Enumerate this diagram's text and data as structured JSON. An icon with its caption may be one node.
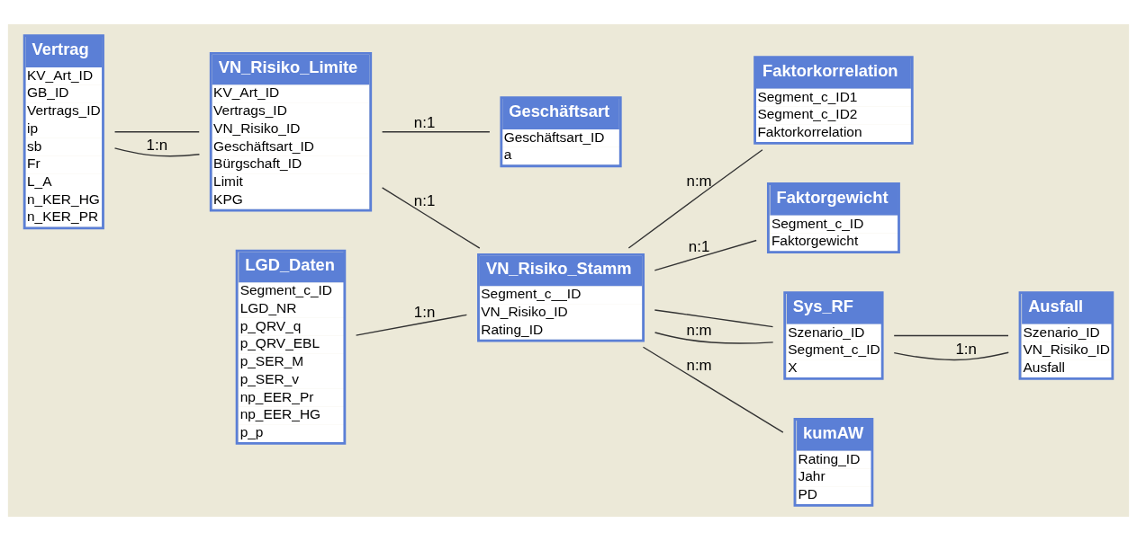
{
  "diagram": {
    "nodes": [
      {
        "text": [
          "Vertrag",
          "KV_Art_ID",
          "GB_ID",
          "Vertrags_ID",
          "ip",
          "sb",
          "Fr",
          "L_A",
          "n_KER_HG",
          "n_KER_PR"
        ]
      },
      {
        "text": [
          "VN_Risiko_Limite",
          "KV_Art_ID",
          "Vertrags_ID",
          "VN_Risiko_ID",
          "Geschäftsart_ID",
          "Bürgschaft_ID",
          "Limit",
          "KPG"
        ]
      },
      {
        "text": [
          "LGD_Daten",
          "Segment_c_ID",
          "LGD_NR",
          "p_QRV_q",
          "p_QRV_EBL",
          "p_SER_M",
          "p_SER_v",
          "np_EER_Pr",
          "np_EER_HG",
          "p_p"
        ]
      },
      {
        "text": [
          "Geschäftsart",
          "Geschäftsart_ID",
          "a"
        ]
      },
      {
        "text": [
          "VN_Risiko_Stamm",
          "Segment_c__ID",
          "VN_Risiko_ID",
          "Rating_ID"
        ]
      },
      {
        "text": [
          "Faktorkorrelation",
          "Segment_c_ID1",
          "Segment_c_ID2",
          "Faktorkorrelation"
        ]
      },
      {
        "text": [
          "Faktorgewicht",
          "Segment_c_ID",
          "Faktorgewicht"
        ]
      },
      {
        "text": [
          "Sys_RF",
          "Szenario_ID",
          "Segment_c_ID",
          "X"
        ]
      },
      {
        "text": [
          "Ausfall",
          "Szenario_ID",
          "VN_Risiko_ID",
          "Ausfall"
        ]
      },
      {
        "text": [
          "kumAW",
          "Rating_ID",
          "Jahr",
          "PD"
        ]
      }
    ],
    "edges": [
      {
        "from": 0,
        "to": 1,
        "arrow": "none"
      },
      {
        "from": 0,
        "to": 1,
        "arrow": "none",
        "label": "1:n"
      },
      {
        "from": 1,
        "to": 4,
        "arrow": "none",
        "label": "n:1"
      },
      {
        "from": 1,
        "to": 3,
        "arrow": "none",
        "label": "n:1"
      },
      {
        "from": 2,
        "to": 4,
        "arrow": "none",
        "label": "1:n"
      },
      {
        "from": 4,
        "to": 5,
        "arrow": "none",
        "label": "n:m"
      },
      {
        "from": 4,
        "to": 6,
        "arrow": "none",
        "label": "n:1"
      },
      {
        "from": 4,
        "to": 7,
        "arrow": "none"
      },
      {
        "from": 4,
        "to": 7,
        "arrow": "none",
        "label": "n:m"
      },
      {
        "from": 4,
        "to": 9,
        "arrow": "none",
        "label": "n:m"
      },
      {
        "from": 7,
        "to": 8,
        "arrow": "none"
      },
      {
        "from": 7,
        "to": 8,
        "arrow": "none",
        "label": "1:n"
      }
    ]
  }
}
